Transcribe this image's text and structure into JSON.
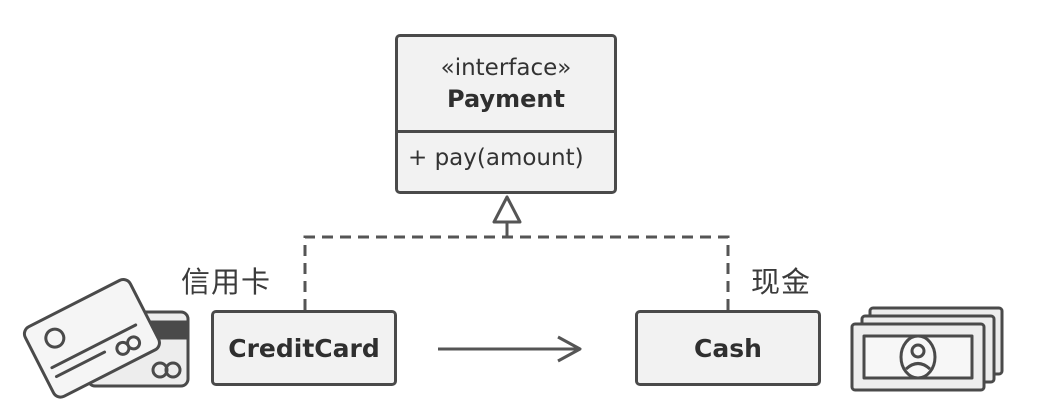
{
  "interface": {
    "stereotype": "«interface»",
    "name": "Payment",
    "method": "+ pay(amount)"
  },
  "classes": {
    "credit_card": {
      "name": "CreditCard",
      "label_cn": "信用卡"
    },
    "cash": {
      "name": "Cash",
      "label_cn": "现金"
    }
  },
  "relations": [
    {
      "from": "CreditCard",
      "to": "Payment",
      "type": "realization"
    },
    {
      "from": "Cash",
      "to": "Payment",
      "type": "realization"
    },
    {
      "from": "CreditCard",
      "to": "Cash",
      "type": "association"
    }
  ],
  "icons": [
    "credit-card-icon",
    "cash-stack-icon"
  ],
  "colors": {
    "stroke": "#4a4a4a",
    "fill": "#f2f2f2",
    "dashed": "#555555"
  }
}
